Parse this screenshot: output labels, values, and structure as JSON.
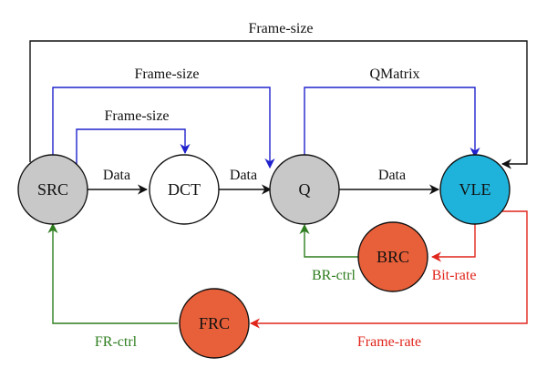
{
  "colors": {
    "black": "#111111",
    "blue": "#1f22cc",
    "green": "#2e7d1e",
    "red": "#e0251b",
    "node_gray": "#c8c8c8",
    "node_white": "#ffffff",
    "node_cyan": "#1fb3db",
    "node_orange": "#e8603a"
  },
  "nodes": {
    "src": "SRC",
    "dct": "DCT",
    "q": "Q",
    "vle": "VLE",
    "brc": "BRC",
    "frc": "FRC"
  },
  "edges": {
    "src_to_vle_frame_size": "Frame-size",
    "src_to_q_frame_size": "Frame-size",
    "src_to_dct_frame_size": "Frame-size",
    "q_to_vle_qmatrix": "QMatrix",
    "src_to_dct_data": "Data",
    "dct_to_q_data": "Data",
    "q_to_vle_data": "Data",
    "vle_to_brc_bit_rate": "Bit-rate",
    "brc_to_q_br_ctrl": "BR-ctrl",
    "vle_to_frc_frame_rate": "Frame-rate",
    "frc_to_src_fr_ctrl": "FR-ctrl"
  }
}
